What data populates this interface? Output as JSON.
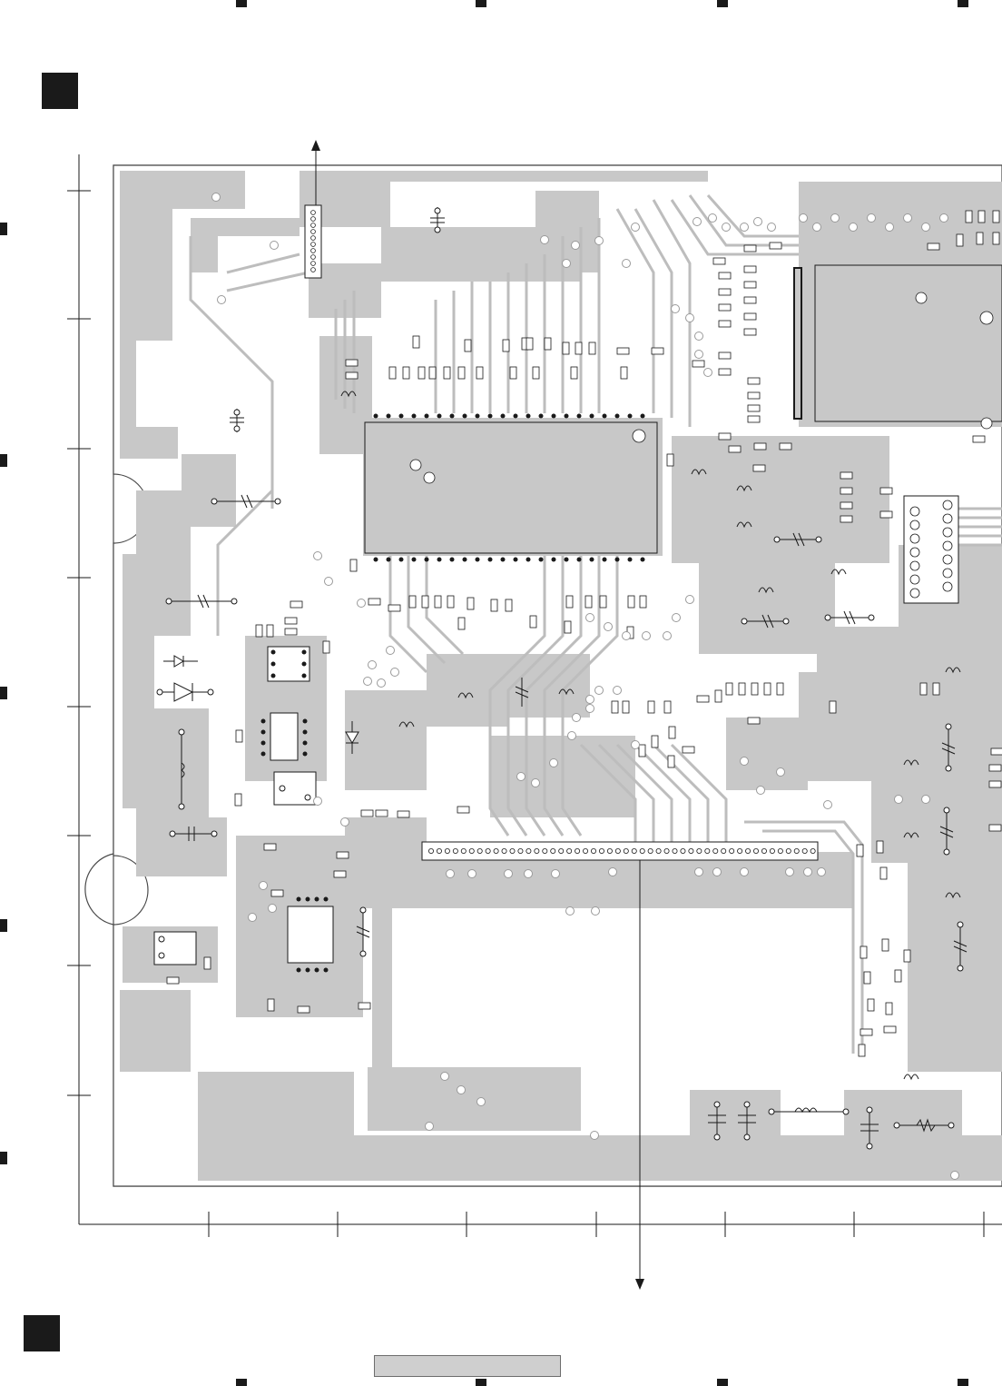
{
  "page": {
    "title": "",
    "footer_label": ""
  },
  "colors": {
    "copper": "#c8c8c8",
    "trace": "#bdbdbd",
    "ink": "#1a1a1a",
    "outline": "#4a4a4a",
    "background": "#ffffff"
  },
  "diagram": {
    "type": "pcb-layout",
    "components": [
      {
        "ref": "",
        "kind": "qfp-ic"
      },
      {
        "ref": "",
        "kind": "qfp-ic"
      },
      {
        "ref": "",
        "kind": "connector-edge"
      },
      {
        "ref": "",
        "kind": "connector-header"
      },
      {
        "ref": "",
        "kind": "connector-header"
      },
      {
        "ref": "",
        "kind": "soic-ic"
      },
      {
        "ref": "",
        "kind": "soic-ic"
      }
    ]
  }
}
